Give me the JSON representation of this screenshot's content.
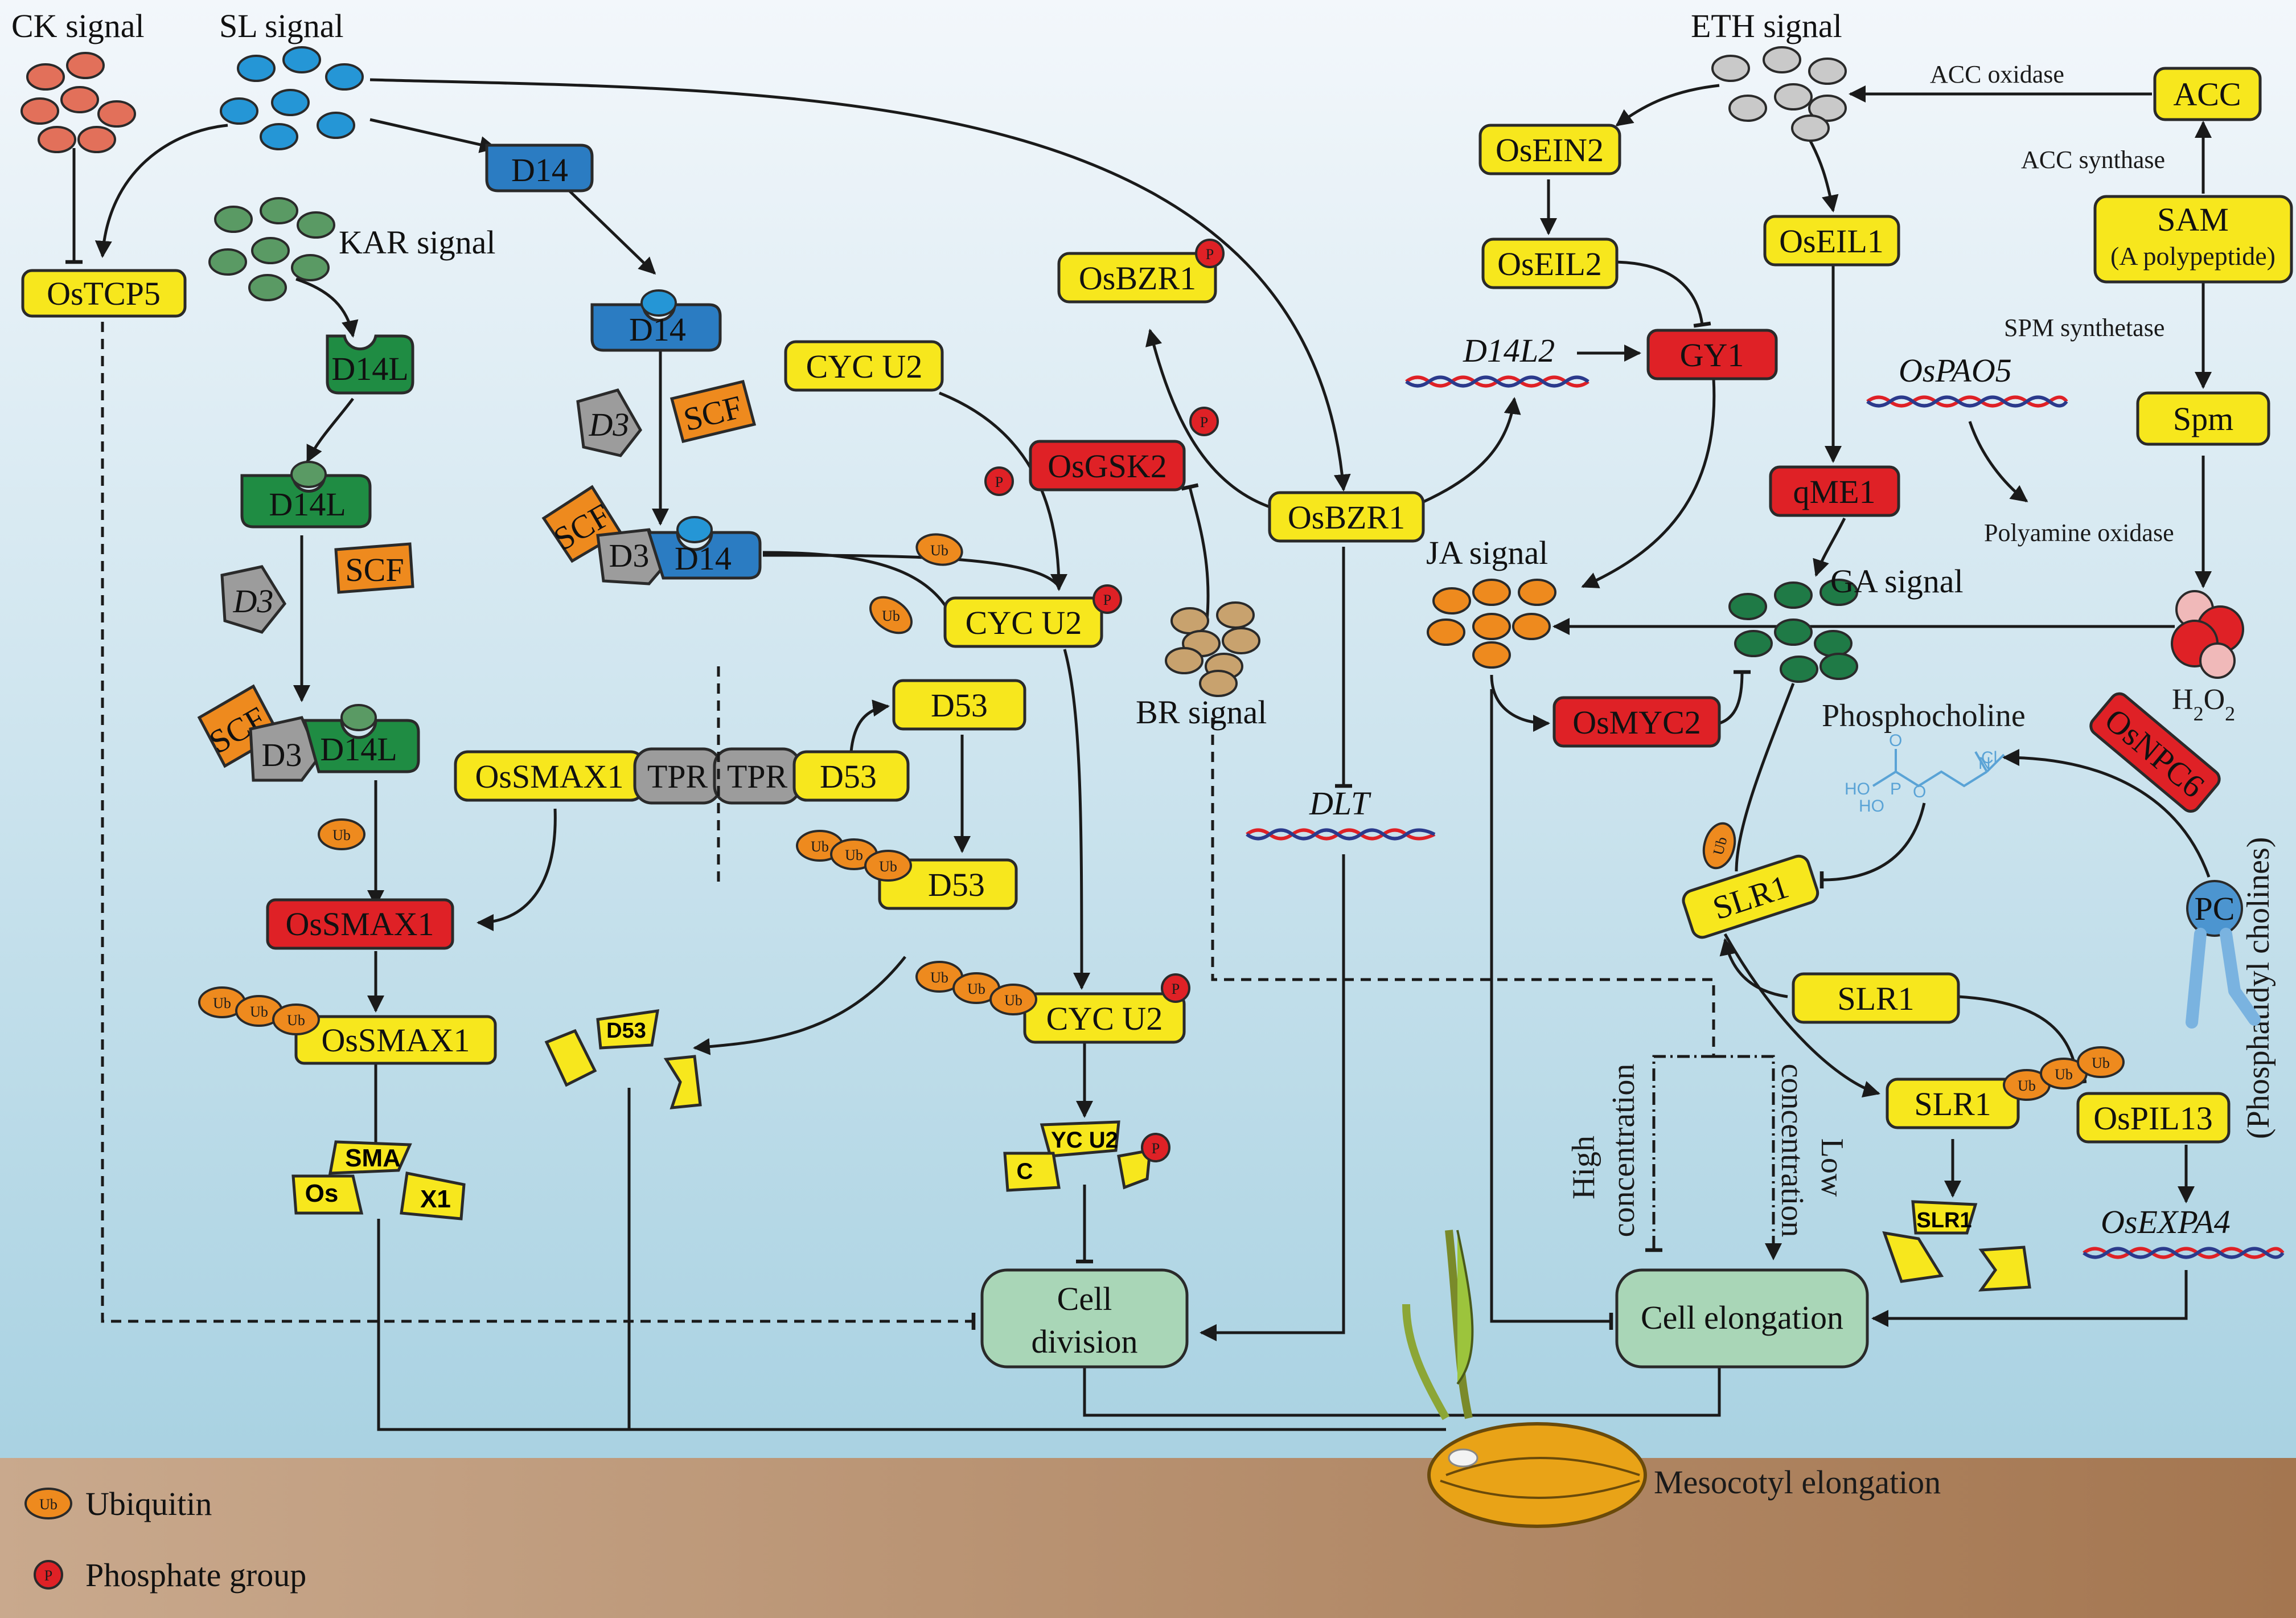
{
  "signals": {
    "ck": "CK signal",
    "sl": "SL signal",
    "kar": "KAR signal",
    "eth": "ETH signal",
    "ja": "JA signal",
    "ga": "GA signal",
    "br": "BR signal"
  },
  "nodes": {
    "ostcp5": "OsTCP5",
    "d14_a": "D14",
    "d14_b": "D14",
    "d14_c": "D14",
    "d14l_a": "D14L",
    "d14l_b": "D14L",
    "d14l_c": "D14L",
    "d3_a": "D3",
    "d3_b": "D3",
    "d3_c": "D3",
    "d3_d": "D3",
    "scf_a": "SCF",
    "scf_b": "SCF",
    "scf_c": "SCF",
    "scf_d": "SCF",
    "ossmax1_a": "OsSMAX1",
    "ossmax1_b": "OsSMAX1",
    "ossmax1_c": "OsSMAX1",
    "tpr_a": "TPR",
    "tpr_b": "TPR",
    "d53_a": "D53",
    "d53_b": "D53",
    "d53_c": "D53",
    "d53_frag": "D53",
    "smax_frag_a": "SMA",
    "smax_frag_b": "Os",
    "smax_frag_c": "X1",
    "osbzr1_p": "OsBZR1",
    "osbzr1": "OsBZR1",
    "cycu2_a": "CYC U2",
    "cycu2_b": "CYC U2",
    "cycu2_c": "CYC U2",
    "cyc_frag_a": "YC U2",
    "cyc_frag_b": "C",
    "osgsk2": "OsGSK2",
    "osein2": "OsEIN2",
    "oseil2": "OsEIL2",
    "oseil1": "OsEIL1",
    "gy1": "GY1",
    "qme1": "qME1",
    "acc": "ACC",
    "sam": "SAM",
    "sam_sub": "(A polypeptide)",
    "spm": "Spm",
    "osmyc2": "OsMYC2",
    "osnpc6": "OsNPC6",
    "pc": "PC",
    "slr1_a": "SLR1",
    "slr1_b": "SLR1",
    "slr1_c": "SLR1",
    "slr1_frag": "SLR1",
    "ospil13": "OsPIL13",
    "cell_division_1": "Cell",
    "cell_division_2": "division",
    "cell_elongation": "Cell elongation"
  },
  "genes": {
    "d14l2": "D14L2",
    "ospao5": "OsPAO5",
    "dlt": "DLT",
    "osexpa4": "OsEXPA4"
  },
  "labels": {
    "acc_oxidase": "ACC oxidase",
    "acc_synthase": "ACC synthase",
    "spm_synthetase": "SPM synthetase",
    "polyamine_oxidase": "Polyamine oxidase",
    "h2o2": "H2O2",
    "phosphocholine": "Phosphocholine",
    "phosphatidyl": "(Phosphatidyl cholines)",
    "high_conc_1": "High",
    "high_conc_2": "concentration",
    "low_conc_1": "Low",
    "low_conc_2": "concentration",
    "mesocotyl": "Mesocotyl elongation",
    "ub": "Ub",
    "p": "P",
    "chem_ho1": "HO",
    "chem_ho2": "HO",
    "chem_p": "P",
    "chem_o1": "O",
    "chem_o2": "O",
    "chem_n": "N",
    "chem_cl": "Cl"
  },
  "legend": {
    "ubiquitin": "Ubiquitin",
    "phosphate": "Phosphate group"
  },
  "colors": {
    "yellow": "#f7e71d",
    "red": "#df2126",
    "green": "#1f8c43",
    "blue": "#2b7cc2",
    "orange": "#ee8a1e",
    "ck_dot": "#e2705a",
    "eth_dot": "#c9c9c9",
    "br_dot": "#c8a26e",
    "cell_box": "#a9d6b7"
  }
}
